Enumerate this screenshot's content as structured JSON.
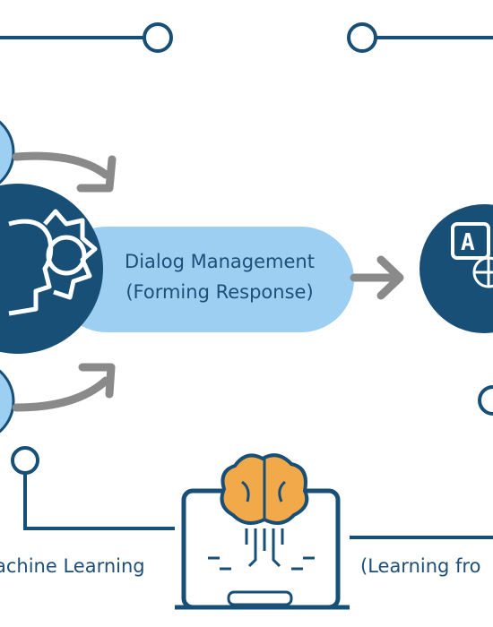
{
  "colors": {
    "navy": "#174f77",
    "light_blue": "#9ccff2",
    "mid_blue": "#1c5e8c",
    "gray": "#8a8a8a",
    "orange": "#f2a94a",
    "text": "#1d4f79"
  },
  "nodes": {
    "dialog_management": {
      "line1": "Dialog Management",
      "line2": "(Forming Response)"
    }
  },
  "bottom_labels": {
    "left": "achine Learning",
    "right": "(Learning fro"
  },
  "icons": {
    "top_left_circle": "circle-icon",
    "center_left": "gears-head-icon",
    "right": "translate-globe-icon",
    "bottom": "laptop-brain-icon",
    "arrow": "arrow-icon"
  }
}
